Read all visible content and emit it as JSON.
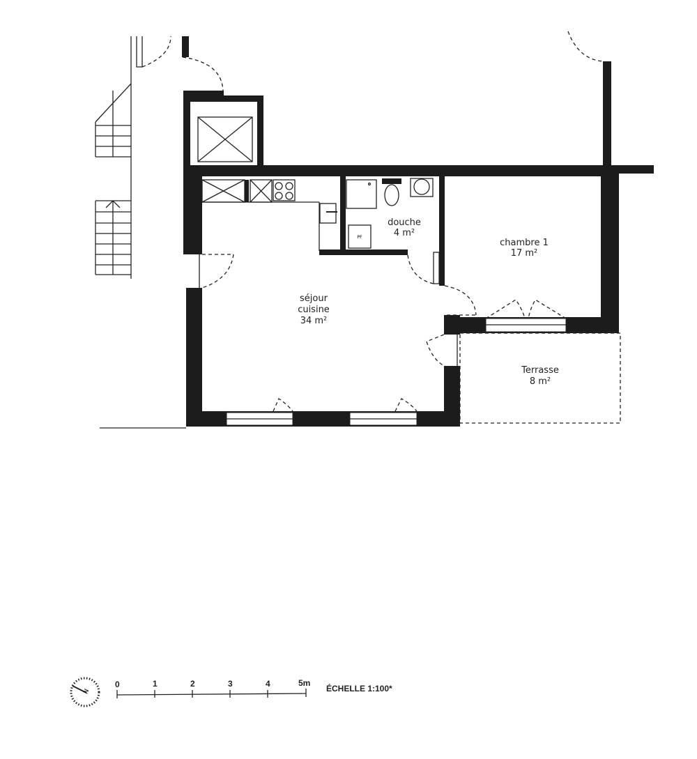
{
  "rooms": [
    {
      "name": "douche",
      "area": "4 m²"
    },
    {
      "name": "chambre 1",
      "area": "17 m²"
    },
    {
      "name": "séjour",
      "name2": "cuisine",
      "area": "34 m²"
    },
    {
      "name": "Terrasse",
      "area": "8 m²"
    }
  ],
  "fixtures": {
    "fridge_label": "PF"
  },
  "scale_bar": {
    "ticks": [
      "0",
      "1",
      "2",
      "3",
      "4",
      "5m"
    ],
    "label": "ÉCHELLE 1:100*"
  },
  "icons": {
    "compass": "north-arrow-icon"
  }
}
